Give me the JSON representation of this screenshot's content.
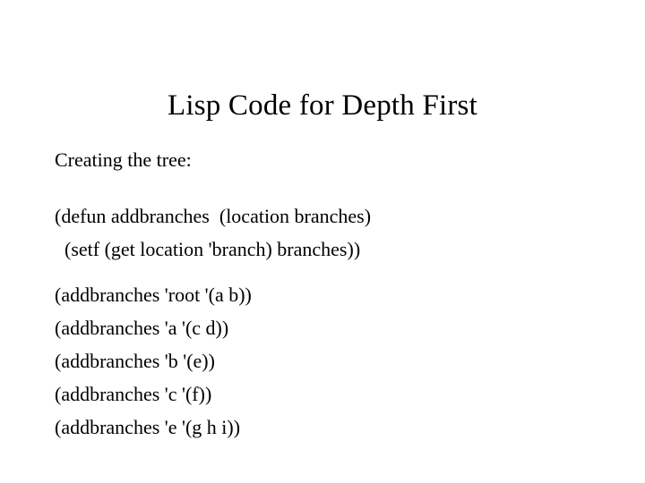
{
  "slide": {
    "title": "Lisp Code for Depth First",
    "caption": "Creating the tree:",
    "definition_block": [
      "(defun addbranches  (location branches)",
      "  (setf (get location 'branch) branches))"
    ],
    "calls_block": [
      "(addbranches 'root '(a b))",
      "(addbranches 'a '(c d))",
      "(addbranches 'b '(e))",
      "(addbranches 'c '(f))",
      "(addbranches 'e '(g h i))"
    ]
  },
  "colors": {
    "background": "#ffffff",
    "text": "#000000"
  }
}
